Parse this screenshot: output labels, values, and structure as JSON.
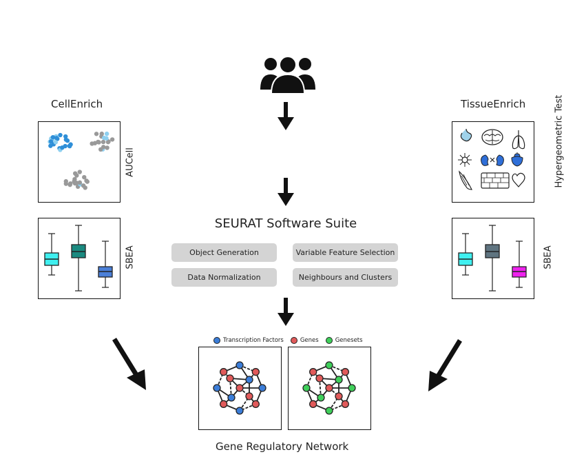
{
  "left": {
    "title": "CellEnrich",
    "panel_top_label": "AUCell",
    "panel_bottom_label": "SBEA"
  },
  "right": {
    "title": "TissueEnrich",
    "panel_top_label": "Hypergeometric Test",
    "panel_bottom_label": "SBEA"
  },
  "center": {
    "icon": "users-group-icon",
    "suite_title": "SEURAT Software Suite",
    "steps": [
      "Object Generation",
      "Variable Feature Selection",
      "Data Normalization",
      "Neighbours and Clusters"
    ]
  },
  "network": {
    "legend": [
      {
        "label": "Transcription Factors",
        "color": "#3b7dd8"
      },
      {
        "label": "Genes",
        "color": "#e05a5a"
      },
      {
        "label": "Genesets",
        "color": "#3fcf5a"
      }
    ],
    "title": "Gene Regulatory Network"
  },
  "colors": {
    "cyan": "#3ff0f0",
    "teal": "#1a8a80",
    "blue": "#4a7fd8",
    "slate": "#5f7480",
    "magenta": "#ee22ee",
    "dot_blue": "#2f8fd8",
    "dot_lightblue": "#8ed0f0",
    "dot_gray": "#999999"
  }
}
